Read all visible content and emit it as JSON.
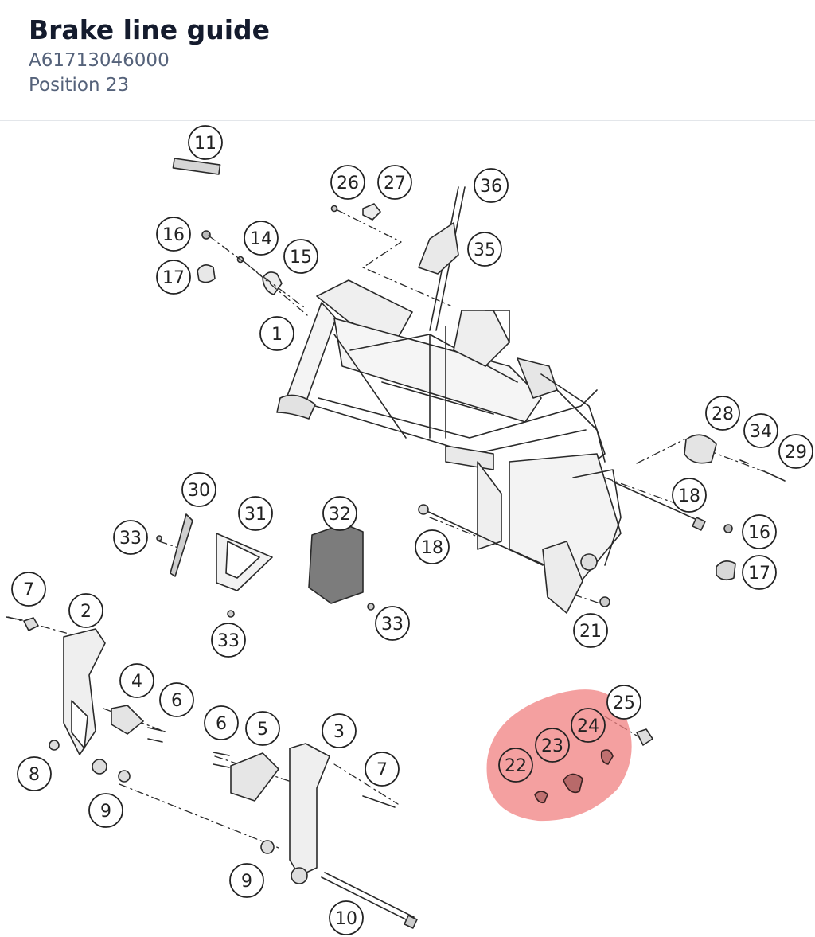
{
  "header": {
    "title": "Brake line guide",
    "part_number": "A61713046000",
    "position": "Position 23"
  },
  "diagram": {
    "highlight_color": "#f08080",
    "callouts": [
      "11",
      "26",
      "27",
      "36",
      "16",
      "17",
      "14",
      "15",
      "35",
      "1",
      "28",
      "34",
      "29",
      "18",
      "16",
      "17",
      "30",
      "31",
      "32",
      "33",
      "33",
      "33",
      "18",
      "7",
      "2",
      "4",
      "6",
      "21",
      "25",
      "24",
      "23",
      "22",
      "6",
      "5",
      "3",
      "7",
      "8",
      "9",
      "9",
      "10"
    ]
  }
}
